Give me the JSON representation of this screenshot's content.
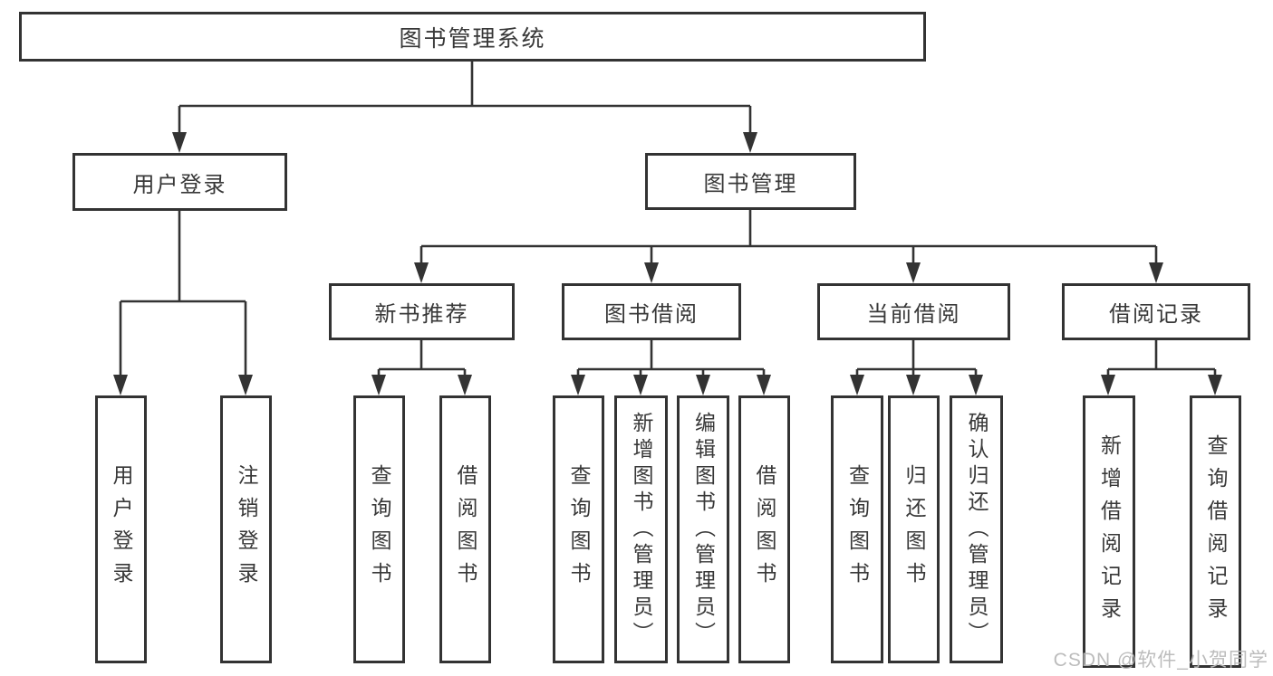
{
  "diagram": {
    "root": "图书管理系统",
    "level2": {
      "user_login": {
        "label": "用户登录",
        "children": [
          "用户登录",
          "注销登录"
        ]
      },
      "book_mgmt": {
        "label": "图书管理"
      }
    },
    "level3": {
      "new_book_rec": {
        "label": "新书推荐",
        "children": [
          "查询图书",
          "借阅图书"
        ]
      },
      "book_borrow": {
        "label": "图书借阅",
        "children": [
          "查询图书",
          "新增图书（管理员）",
          "编辑图书（管理员）",
          "借阅图书"
        ]
      },
      "current_borrow": {
        "label": "当前借阅",
        "children": [
          "查询图书",
          "归还图书",
          "确认归还（管理员）"
        ]
      },
      "borrow_records": {
        "label": "借阅记录",
        "children": [
          "新增借阅记录",
          "查询借阅记录"
        ]
      }
    }
  },
  "watermark": "CSDN @软件_小贺同学",
  "colors": {
    "line": "#333333",
    "box_border": "#333333",
    "box_fill": "#ffffff",
    "text": "#383838",
    "watermark": "#b9b9b9",
    "background": "#ffffff"
  }
}
